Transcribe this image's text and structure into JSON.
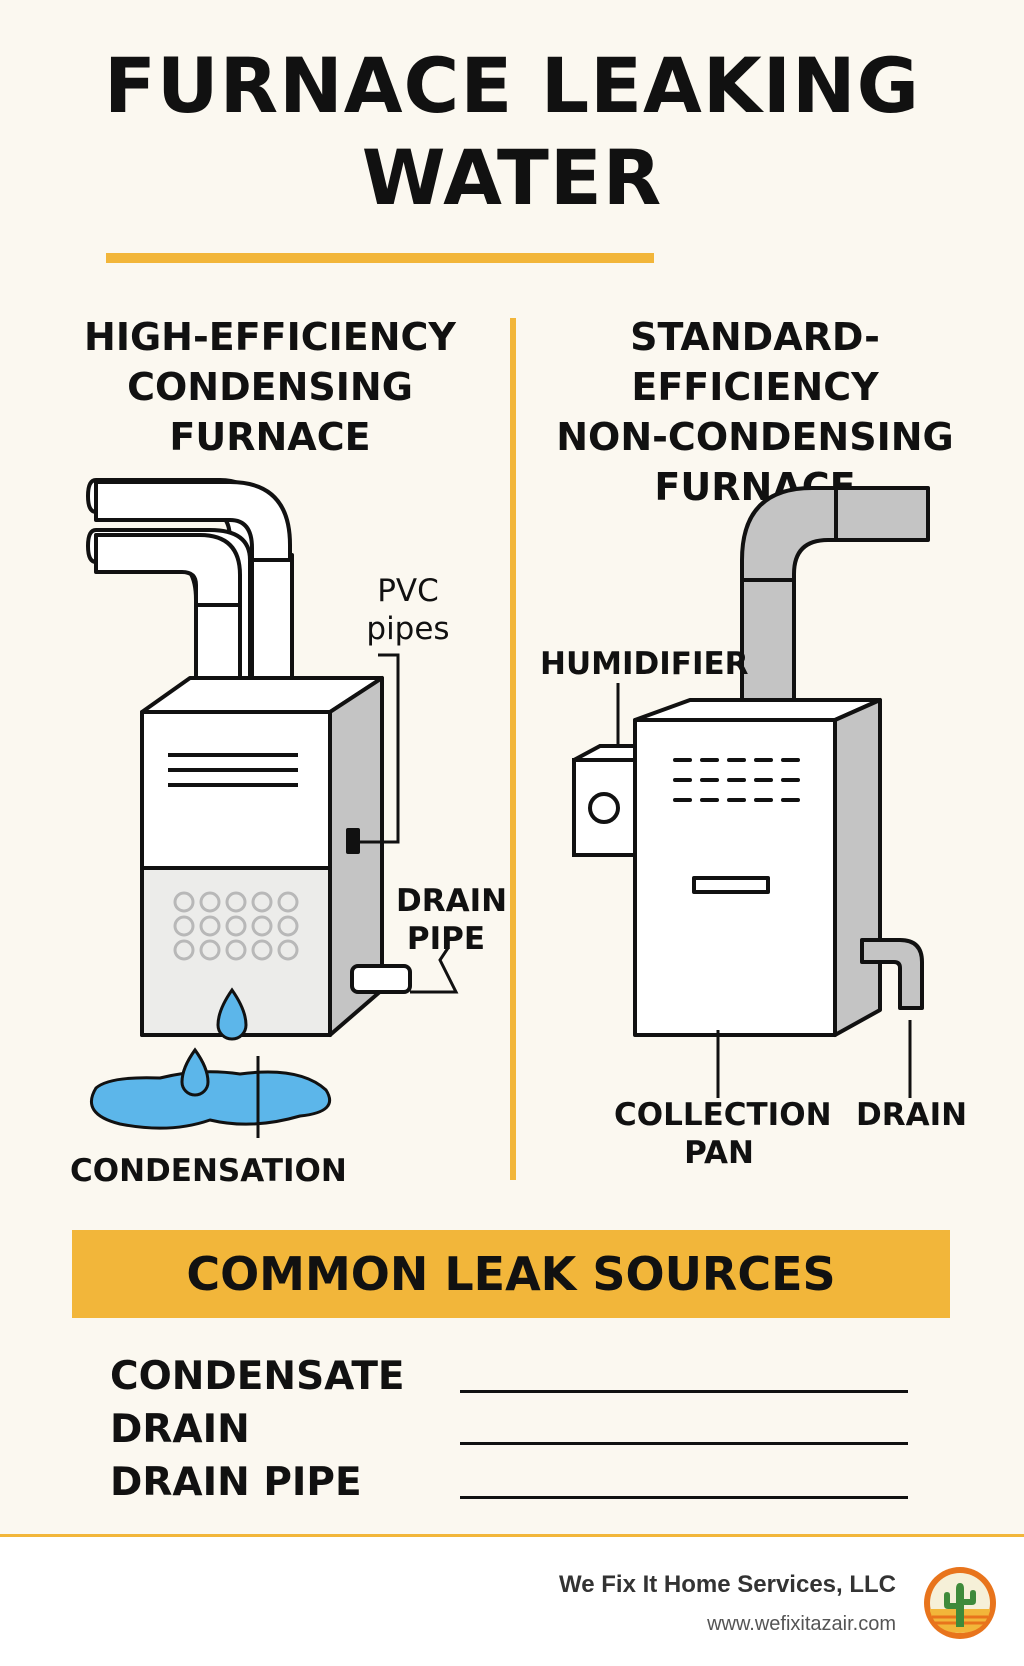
{
  "title": {
    "line1": "FURNACE LEAKING",
    "line2": "WATER"
  },
  "left": {
    "heading": [
      "HIGH-EFFICIENCY",
      "CONDENSING",
      "FURNACE"
    ],
    "labels": {
      "pvc_line1": "PVC",
      "pvc_line2": "pipes",
      "drain_pipe_line1": "DRAIN",
      "drain_pipe_line2": "PIPE",
      "condensation": "CONDENSATION"
    }
  },
  "right": {
    "heading": [
      "STANDARD-EFFICIENCY",
      "NON-CONDENSING",
      "FURNACE"
    ],
    "labels": {
      "humidifier": "HUMIDIFIER",
      "collection_line1": "COLLECTION",
      "collection_line2": "PAN",
      "drain": "DRAIN"
    }
  },
  "banner": {
    "text": "COMMON LEAK SOURCES"
  },
  "sources": [
    "CONDENSATE",
    "DRAIN",
    "DRAIN PIPE"
  ],
  "footer": {
    "company": "We Fix It Home Services, LLC",
    "website": "www.wefixitazair.com"
  },
  "colors": {
    "accent": "#f2b63a",
    "water": "#5cb6ea",
    "metal_gray": "#c4c4c4",
    "background": "#fbf8f0"
  },
  "icons": [
    "pvc-pipe-icon",
    "water-drop-icon",
    "puddle-icon",
    "humidifier-icon",
    "flue-pipe-icon",
    "logo-cactus-icon"
  ]
}
